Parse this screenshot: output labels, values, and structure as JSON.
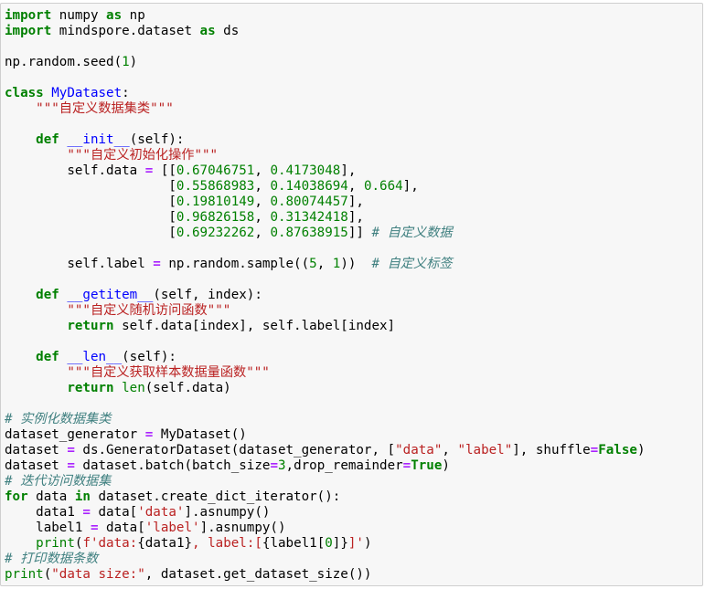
{
  "cell": {
    "lines": [
      [
        [
          "k",
          "import"
        ],
        [
          "t",
          " numpy "
        ],
        [
          "k",
          "as"
        ],
        [
          "t",
          " np"
        ]
      ],
      [
        [
          "k",
          "import"
        ],
        [
          "t",
          " mindspore.dataset "
        ],
        [
          "k",
          "as"
        ],
        [
          "t",
          " ds"
        ]
      ],
      [],
      [
        [
          "t",
          "np.random.seed("
        ],
        [
          "m",
          "1"
        ],
        [
          "t",
          ")"
        ]
      ],
      [],
      [
        [
          "k",
          "class"
        ],
        [
          "t",
          " "
        ],
        [
          "nf",
          "MyDataset"
        ],
        [
          "t",
          ":"
        ]
      ],
      [
        [
          "t",
          "    "
        ],
        [
          "s",
          "\"\"\"自定义数据集类\"\"\""
        ]
      ],
      [],
      [
        [
          "t",
          "    "
        ],
        [
          "k",
          "def"
        ],
        [
          "t",
          " "
        ],
        [
          "nf",
          "__init__"
        ],
        [
          "t",
          "(self):"
        ]
      ],
      [
        [
          "t",
          "        "
        ],
        [
          "s",
          "\"\"\"自定义初始化操作\"\"\""
        ]
      ],
      [
        [
          "t",
          "        self.data "
        ],
        [
          "o",
          "="
        ],
        [
          "t",
          " [["
        ],
        [
          "m",
          "0.67046751"
        ],
        [
          "t",
          ", "
        ],
        [
          "m",
          "0.4173048"
        ],
        [
          "t",
          "],"
        ]
      ],
      [
        [
          "t",
          "                     ["
        ],
        [
          "m",
          "0.55868983"
        ],
        [
          "t",
          ", "
        ],
        [
          "m",
          "0.14038694"
        ],
        [
          "t",
          ", "
        ],
        [
          "m",
          "0.664"
        ],
        [
          "t",
          "],"
        ]
      ],
      [
        [
          "t",
          "                     ["
        ],
        [
          "m",
          "0.19810149"
        ],
        [
          "t",
          ", "
        ],
        [
          "m",
          "0.80074457"
        ],
        [
          "t",
          "],"
        ]
      ],
      [
        [
          "t",
          "                     ["
        ],
        [
          "m",
          "0.96826158"
        ],
        [
          "t",
          ", "
        ],
        [
          "m",
          "0.31342418"
        ],
        [
          "t",
          "],"
        ]
      ],
      [
        [
          "t",
          "                     ["
        ],
        [
          "m",
          "0.69232262"
        ],
        [
          "t",
          ", "
        ],
        [
          "m",
          "0.87638915"
        ],
        [
          "t",
          "]] "
        ],
        [
          "c",
          "# 自定义数据"
        ]
      ],
      [],
      [
        [
          "t",
          "        self.label "
        ],
        [
          "o",
          "="
        ],
        [
          "t",
          " np.random.sample(("
        ],
        [
          "m",
          "5"
        ],
        [
          "t",
          ", "
        ],
        [
          "m",
          "1"
        ],
        [
          "t",
          "))  "
        ],
        [
          "c",
          "# 自定义标签"
        ]
      ],
      [],
      [
        [
          "t",
          "    "
        ],
        [
          "k",
          "def"
        ],
        [
          "t",
          " "
        ],
        [
          "nf",
          "__getitem__"
        ],
        [
          "t",
          "(self, index):"
        ]
      ],
      [
        [
          "t",
          "        "
        ],
        [
          "s",
          "\"\"\"自定义随机访问函数\"\"\""
        ]
      ],
      [
        [
          "t",
          "        "
        ],
        [
          "k",
          "return"
        ],
        [
          "t",
          " self.data[index], self.label[index]"
        ]
      ],
      [],
      [
        [
          "t",
          "    "
        ],
        [
          "k",
          "def"
        ],
        [
          "t",
          " "
        ],
        [
          "nf",
          "__len__"
        ],
        [
          "t",
          "(self):"
        ]
      ],
      [
        [
          "t",
          "        "
        ],
        [
          "s",
          "\"\"\"自定义获取样本数据量函数\"\"\""
        ]
      ],
      [
        [
          "t",
          "        "
        ],
        [
          "k",
          "return"
        ],
        [
          "t",
          " "
        ],
        [
          "b",
          "len"
        ],
        [
          "t",
          "(self.data)"
        ]
      ],
      [],
      [
        [
          "c",
          "# 实例化数据集类"
        ]
      ],
      [
        [
          "t",
          "dataset_generator "
        ],
        [
          "o",
          "="
        ],
        [
          "t",
          " MyDataset()"
        ]
      ],
      [
        [
          "t",
          "dataset "
        ],
        [
          "o",
          "="
        ],
        [
          "t",
          " ds.GeneratorDataset(dataset_generator, ["
        ],
        [
          "s",
          "\"data\""
        ],
        [
          "t",
          ", "
        ],
        [
          "s",
          "\"label\""
        ],
        [
          "t",
          "], shuffle"
        ],
        [
          "o",
          "="
        ],
        [
          "k",
          "False"
        ],
        [
          "t",
          ")"
        ]
      ],
      [
        [
          "t",
          "dataset "
        ],
        [
          "o",
          "="
        ],
        [
          "t",
          " dataset.batch(batch_size"
        ],
        [
          "o",
          "="
        ],
        [
          "m",
          "3"
        ],
        [
          "t",
          ",drop_remainder"
        ],
        [
          "o",
          "="
        ],
        [
          "k",
          "True"
        ],
        [
          "t",
          ")"
        ]
      ],
      [
        [
          "c",
          "# 迭代访问数据集"
        ]
      ],
      [
        [
          "k",
          "for"
        ],
        [
          "t",
          " data "
        ],
        [
          "k",
          "in"
        ],
        [
          "t",
          " dataset.create_dict_iterator():"
        ]
      ],
      [
        [
          "t",
          "    data1 "
        ],
        [
          "o",
          "="
        ],
        [
          "t",
          " data["
        ],
        [
          "s",
          "'data'"
        ],
        [
          "t",
          "].asnumpy()"
        ]
      ],
      [
        [
          "t",
          "    label1 "
        ],
        [
          "o",
          "="
        ],
        [
          "t",
          " data["
        ],
        [
          "s",
          "'label'"
        ],
        [
          "t",
          "].asnumpy()"
        ]
      ],
      [
        [
          "t",
          "    "
        ],
        [
          "b",
          "print"
        ],
        [
          "t",
          "("
        ],
        [
          "s",
          "f'data:"
        ],
        [
          "t",
          "{data1}"
        ],
        [
          "s",
          ", label:["
        ],
        [
          "t",
          "{label1["
        ],
        [
          "m",
          "0"
        ],
        [
          "t",
          "]}"
        ],
        [
          "s",
          "]'"
        ],
        [
          "t",
          ")"
        ]
      ],
      [
        [
          "c",
          "# 打印数据条数"
        ]
      ],
      [
        [
          "b",
          "print"
        ],
        [
          "t",
          "("
        ],
        [
          "s",
          "\"data size:\""
        ],
        [
          "t",
          ", dataset.get_dataset_size())"
        ]
      ]
    ]
  },
  "colors": {
    "keyword": "#008000",
    "string": "#ba2121",
    "comment": "#408080",
    "operator": "#aa22ff",
    "name": "#0000ff"
  }
}
